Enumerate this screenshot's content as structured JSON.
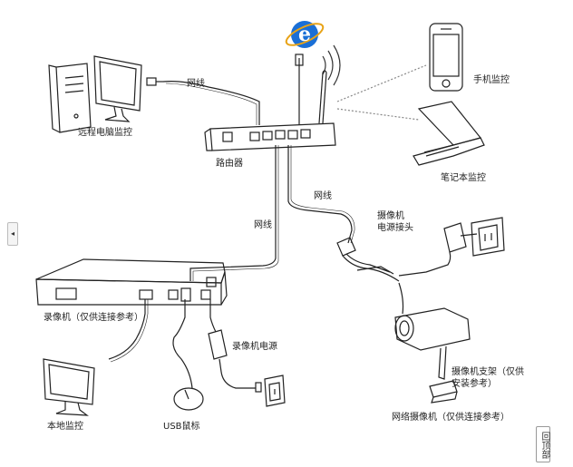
{
  "labels": {
    "wire_top": "网线",
    "remote_pc": "远程电脑监控",
    "phone": "手机监控",
    "router": "路由器",
    "laptop": "笔记本监控",
    "wire_mid": "网线",
    "wire_right": "网线",
    "cam_power_jack": "摄像机\n电源接头",
    "dvr": "录像机（仅供连接参考）",
    "cam_power": "录像机电源",
    "local_monitor": "本地监控",
    "usb_mouse": "USB鼠标",
    "cam_bracket": "摄像机支架（仅供安装参考）",
    "ip_camera": "网络摄像机（仅供连接参考）"
  },
  "controls": {
    "side_arrow": "◂",
    "back_to_top": "回顶部"
  },
  "colors": {
    "ie_blue": "#1a6fd6",
    "line": "#222222",
    "wire_gray": "#888888"
  }
}
